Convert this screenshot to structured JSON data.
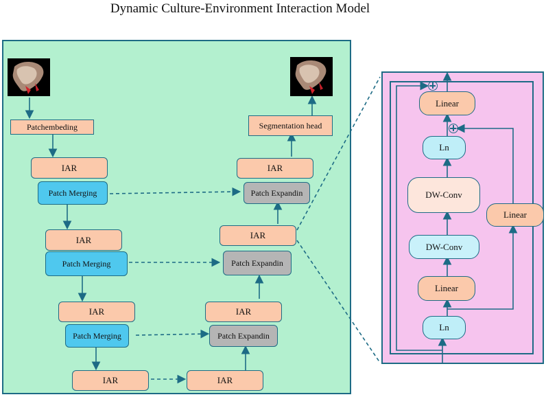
{
  "title": "Dynamic Culture-Environment Interaction Model",
  "encoder": {
    "patch_embed": "Patchembeding",
    "iar_1": "IAR",
    "merge_1": "Patch Merging",
    "iar_2": "IAR",
    "merge_2": "Patch Merging",
    "iar_3": "IAR",
    "merge_3": "Patch Merging",
    "iar_bottom": "IAR"
  },
  "decoder": {
    "iar_bottom": "IAR",
    "expand_3": "Patch Expandin",
    "iar_3": "IAR",
    "expand_2": "Patch Expandin",
    "iar_2": "IAR",
    "expand_1": "Patch Expandin",
    "iar_1": "IAR",
    "seg_head": "Segmentation head"
  },
  "iar_block": {
    "linear_top": "Linear",
    "ln_top": "Ln",
    "dwconv_top": "DW-Conv",
    "dwconv_bottom": "DW-Conv",
    "linear_mid": "Linear",
    "ln_bottom": "Ln",
    "linear_side": "Linear"
  },
  "icons": {
    "input_image": "microscopy-image-icon",
    "output_image": "segmentation-image-icon",
    "add": "plus-circle-icon"
  }
}
